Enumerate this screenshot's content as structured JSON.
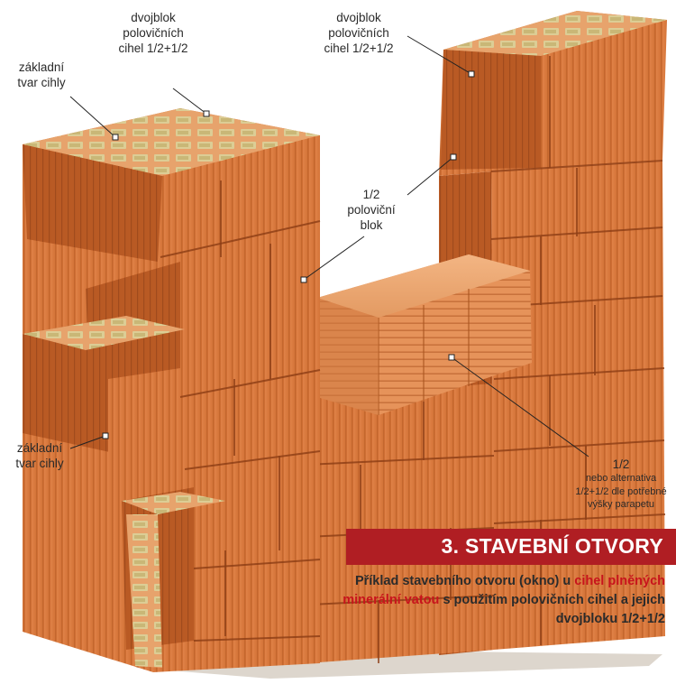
{
  "labels": {
    "top_left": [
      "dvojblok",
      "polovičních",
      "cihel 1/2+1/2"
    ],
    "left_upper": [
      "základní",
      "tvar cihly"
    ],
    "top_right": [
      "dvojblok",
      "polovičních",
      "cihel 1/2+1/2"
    ],
    "middle": [
      "1/2",
      "poloviční",
      "blok"
    ],
    "left_lower": [
      "základní",
      "tvar cihly"
    ],
    "right_half": [
      "1/2",
      "nebo alternativa",
      "1/2+1/2 dle potřebné",
      "výšky parapetu"
    ]
  },
  "banner": {
    "title": "3. STAVEBNÍ OTVORY"
  },
  "caption": {
    "part1": "Příklad stavebního otvoru (okno) u ",
    "highlight": "cihel plněných minerální vatou",
    "part2": " s použitím polovičních cihel a jejich dvojbloku 1/2+1/2"
  },
  "colors": {
    "brick_front": "#d9783a",
    "brick_side": "#b95a24",
    "brick_top": "#eea773",
    "wool": "#d9c98f",
    "banner": "#b01e23",
    "highlight": "#c8141c"
  }
}
